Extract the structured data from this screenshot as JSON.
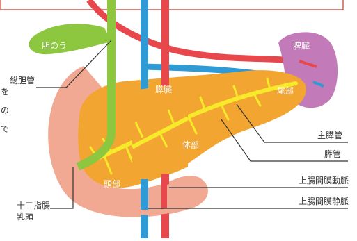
{
  "organ_labels": {
    "gallbladder": "胆のう",
    "spleen": "脾臓",
    "pancreas": "膵臓",
    "tail": "尾部",
    "body": "体部",
    "head": "頭部"
  },
  "callouts": {
    "common_bile_duct": "総胆管",
    "main_pancreatic_duct": "主膵管",
    "pancreatic_duct": "膵管",
    "sma": "上腸間膜動脈",
    "smv": "上腸間膜静脈",
    "duodenal_papilla_line1": "十二指腸",
    "duodenal_papilla_line2": "乳頭"
  },
  "edge_text": {
    "line1": "を",
    "line2": "の",
    "line3": "で"
  },
  "colors": {
    "pancreas": "#f2a531",
    "duct": "#f7ea2a",
    "gallbladder": "#8dc63f",
    "spleen": "#c27bb8",
    "artery": "#e8474c",
    "vein": "#2f9ad4",
    "duodenum": "#f2a993",
    "frame": "#c0392b"
  }
}
